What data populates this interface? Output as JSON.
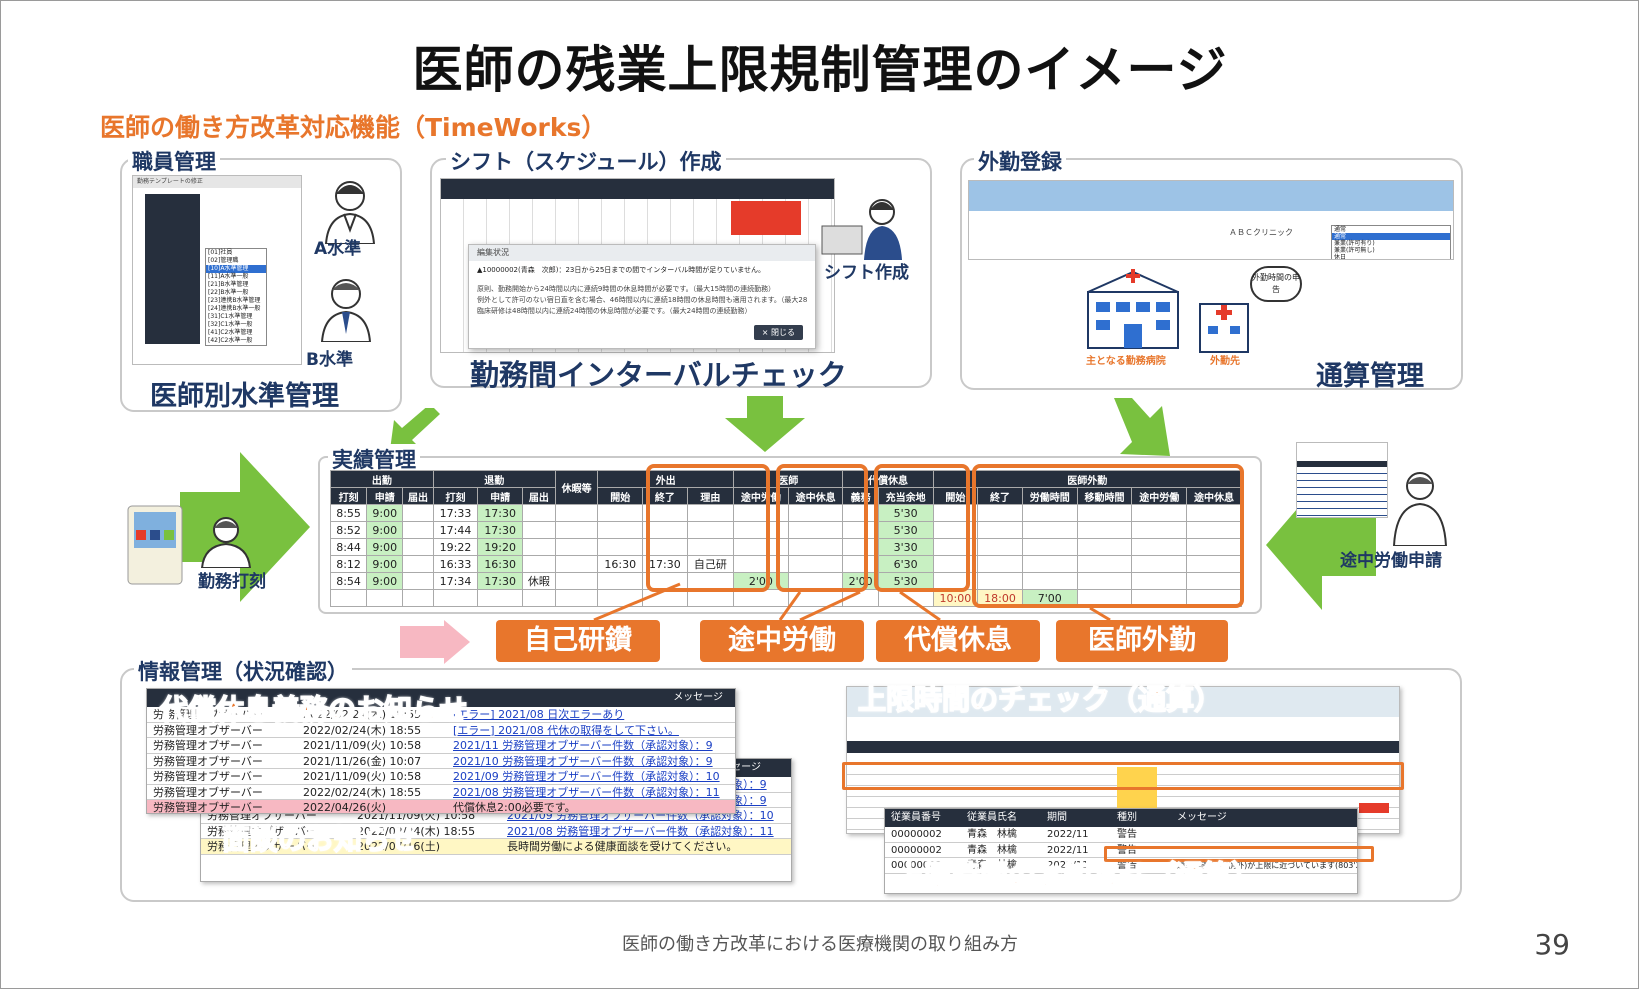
{
  "slide": {
    "title": "医師の残業上限規制管理のイメージ",
    "subtitle": "医師の働き方改革対応機能（TimeWorks）",
    "footer": "医師の働き方改革における医療機関の取り組み方",
    "page_number": "39"
  },
  "staff": {
    "title": "職員管理",
    "caption": "医師別水準管理",
    "tag_a": "A水準",
    "tag_b": "B水準",
    "screen_title": "勤務テンプレートの修正",
    "dropdown_items": [
      "[01]社員",
      "[02]管理職",
      "[10]A水準管理",
      "[11]A水準一般",
      "[21]B水準管理",
      "[22]B水準一般",
      "[23]連携B水準管理",
      "[24]連携B水準一般",
      "[31]C1水準管理",
      "[32]C1水準一般",
      "[41]C2水準管理",
      "[42]C2水準一般"
    ]
  },
  "shift": {
    "title": "シフト（スケジュール）作成",
    "label": "シフト作成",
    "caption": "勤務間インターバルチェック",
    "dialog_title": "編集状況",
    "dialog_lines": [
      "10000002(青森　次郎)：23日から25日までの間でインターバル時間が足りていません。",
      "原則、勤務開始から24時間以内に連続9時間の休息時間が必要です。（最大15時間の連続勤務）",
      "例外として許可のない宿日直を含む場合、46時間以内に連続18時間の休息時間も適用されます。（最大28時間の連続勤務）",
      "臨床研修は48時間以内に連続24時間の休息時間が必要です。（最大24時間の連続勤務）"
    ],
    "close_label": "× 閉じる"
  },
  "outside": {
    "title": "外勤登録",
    "caption": "通算管理",
    "main_hospital": "主となる勤務病院",
    "side_hospital": "外勤先",
    "bubble": "外勤時間の申告",
    "hospital_name": "ＡＢＣクリニック",
    "options": [
      "通常",
      "通常",
      "兼業(許可有り)",
      "兼業(許可無し)",
      "休日"
    ]
  },
  "actual": {
    "title": "実績管理",
    "left_label": "勤務打刻",
    "right_label": "途中労働申請",
    "groups": [
      "出勤",
      "退勤",
      "休暇等",
      "外出",
      "医師",
      "代償休息",
      "医師外勤"
    ],
    "subheaders": [
      "打刻",
      "申請",
      "届出",
      "打刻",
      "申請",
      "届出",
      "",
      "開始",
      "終了",
      "理由",
      "途中労働",
      "途中休息",
      "義務",
      "充当余地",
      "開始",
      "終了",
      "労働時間",
      "移動時間",
      "途中労働",
      "途中休息"
    ],
    "rows": [
      [
        "8:55",
        "9:00",
        "",
        "17:33",
        "17:30",
        "",
        "",
        "",
        "",
        "",
        "",
        "",
        "",
        "5'30",
        "",
        "",
        "",
        "",
        "",
        ""
      ],
      [
        "8:52",
        "9:00",
        "",
        "17:44",
        "17:30",
        "",
        "",
        "",
        "",
        "",
        "",
        "",
        "",
        "5'30",
        "",
        "",
        "",
        "",
        "",
        ""
      ],
      [
        "8:44",
        "9:00",
        "",
        "19:22",
        "19:20",
        "",
        "",
        "",
        "",
        "",
        "",
        "",
        "",
        "3'30",
        "",
        "",
        "",
        "",
        "",
        ""
      ],
      [
        "8:12",
        "9:00",
        "",
        "16:33",
        "16:30",
        "",
        "",
        "16:30",
        "17:30",
        "自己研",
        "",
        "",
        "",
        "6'30",
        "",
        "",
        "",
        "",
        "",
        ""
      ],
      [
        "8:54",
        "9:00",
        "",
        "17:34",
        "17:30",
        "休暇",
        "",
        "",
        "",
        "",
        "2'00",
        "",
        "2'00",
        "5'30",
        "",
        "",
        "",
        "",
        "",
        ""
      ],
      [
        "",
        "",
        "",
        "",
        "",
        "",
        "",
        "",
        "",
        "",
        "",
        "",
        "",
        "",
        "10:00",
        "18:00",
        "7'00",
        "",
        "",
        ""
      ]
    ],
    "tags": [
      "自己研鑽",
      "途中労働",
      "代償休息",
      "医師外勤"
    ]
  },
  "info": {
    "title": "情報管理（状況確認）",
    "notice1_title": "代償休息義務のお知らせ",
    "notice2_title": "面談のお知らせ",
    "notice3_title": "上限時間のチェック（通算）",
    "notice4_title": "上限時間のお知らせ（通算）",
    "message_header": "メッセージ",
    "list1": [
      {
        "who": "労務管理オブザーバー",
        "date": "2022/02/24(木) 18:55",
        "msg": "[エラー] 2021/08 日次エラーあり",
        "link": true
      },
      {
        "who": "労務管理オブザーバー",
        "date": "2022/02/24(木) 18:55",
        "msg": "[エラー] 2021/08 代休の取得をして下さい。",
        "link": true
      },
      {
        "who": "労務管理オブザーバー",
        "date": "2021/11/09(火) 10:58",
        "msg": "2021/11 労務管理オブザーバー件数（承認対象）：9",
        "link": true
      },
      {
        "who": "労務管理オブザーバー",
        "date": "2021/11/26(金) 10:07",
        "msg": "2021/10 労務管理オブザーバー件数（承認対象）：9",
        "link": true
      },
      {
        "who": "労務管理オブザーバー",
        "date": "2021/11/09(火) 10:58",
        "msg": "2021/09 労務管理オブザーバー件数（承認対象）：10",
        "link": true
      },
      {
        "who": "労務管理オブザーバー",
        "date": "2022/02/24(木) 18:55",
        "msg": "2021/08 労務管理オブザーバー件数（承認対象）：11",
        "link": true
      },
      {
        "who": "労務管理オブザーバー",
        "date": "2022/04/26(火)",
        "msg": "代償休息2:00必要です。",
        "link": false
      }
    ],
    "list2": [
      {
        "who": "労務管理オブザーバー",
        "date": "2021/11/09(火) 10:58",
        "msg": "2021/11 労務管理オブザーバー件数（承認対象）：9",
        "link": true
      },
      {
        "who": "労務管理オブザーバー",
        "date": "2021/11/26(金) 10:07",
        "msg": "2021/10 労務管理オブザーバー件数（承認対象）：9",
        "link": true
      },
      {
        "who": "労務管理オブザーバー",
        "date": "2021/11/09(火) 10:58",
        "msg": "2021/09 労務管理オブザーバー件数（承認対象）：10",
        "link": true
      },
      {
        "who": "労務管理オブザーバー",
        "date": "2022/02/24(木) 18:55",
        "msg": "2021/08 労務管理オブザーバー件数（承認対象）：11",
        "link": true
      },
      {
        "who": "労務管理オブザーバー",
        "date": "2022/07/16(土)",
        "msg": "長時間労働による健康面談を受けてください。",
        "link": false
      }
    ],
    "list4_headers": [
      "従業員番号",
      "従業員氏名",
      "期間",
      "種別",
      "メッセージ"
    ],
    "list4": [
      {
        "no": "00000002",
        "name": "青森　林檎",
        "period": "2022/11",
        "kind": "警告"
      },
      {
        "no": "00000002",
        "name": "青森　林檎",
        "period": "2022/11",
        "kind": "警告"
      },
      {
        "no": "00000002",
        "name": "青森　林檎",
        "period": "2022/11",
        "kind": "警告",
        "msg": "通算年間上限(例外)が上限に近づいています(803'29)"
      }
    ]
  }
}
